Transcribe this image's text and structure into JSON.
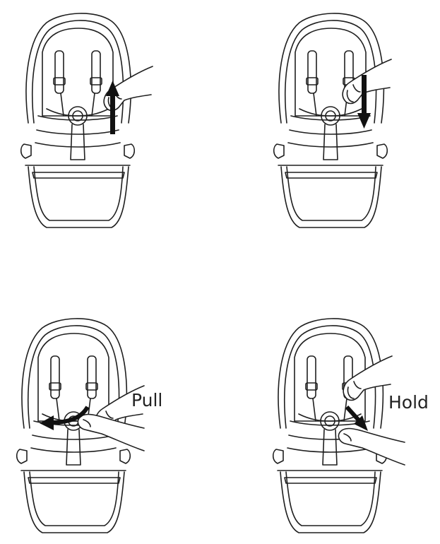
{
  "labels": {
    "pull": "Pull",
    "hold": "Hold"
  },
  "colors": {
    "line": "#1f1f1f",
    "arrow": "#111111",
    "background": "#ffffff"
  },
  "icons": [
    "seat-illustration",
    "hand-icon",
    "arrow-up-icon",
    "arrow-down-icon",
    "curved-arrow-left-icon",
    "arrow-diagonal-icon"
  ]
}
